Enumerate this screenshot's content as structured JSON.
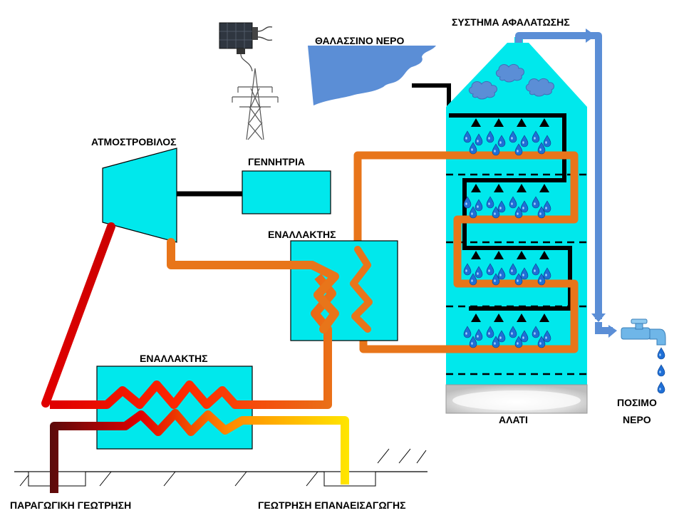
{
  "labels": {
    "desalination_system": "ΣΥΣΤΗΜΑ ΑΦΑΛΑΤΩΣΗΣ",
    "seawater": "ΘΑΛΑΣΣΙΝΟ ΝΕΡΟ",
    "steam_turbine": "ΑΤΜΟΣΤΡΟΒΙΛΟΣ",
    "generator": "ΓΕΝΝΗΤΡΙΑ",
    "heat_exchanger_upper": "ΕΝΑΛΛΑΚΤΗΣ",
    "heat_exchanger_lower": "ΕΝΑΛΛΑΚΤΗΣ",
    "salt": "ΑΛΑΤΙ",
    "drinking_water_line1": "ΠΟΣΙΜΟ",
    "drinking_water_line2": "ΝΕΡΟ",
    "production_well": "ΠΑΡΑΓΩΓΙΚΗ ΓΕΩΤΡΗΣΗ",
    "reinjection_well": "ΓΕΩΤΡΗΣΗ ΕΠΑΝΑΕΙΣΑΓΩΓΗΣ"
  },
  "icons": [
    "solar-panel-icon",
    "power-pylon-icon",
    "water-tap-icon",
    "cloud-icon",
    "spray-nozzle-icon",
    "water-drop-icon"
  ],
  "colors": {
    "equipment": "#00e8ec",
    "hot_pipe": "#e00000",
    "warm_pipe": "#e8751a",
    "cold_pipe": "#ffe600",
    "water_pipe": "#5b8ed6",
    "seawater": "#5b8ed6",
    "connector": "#000000"
  }
}
